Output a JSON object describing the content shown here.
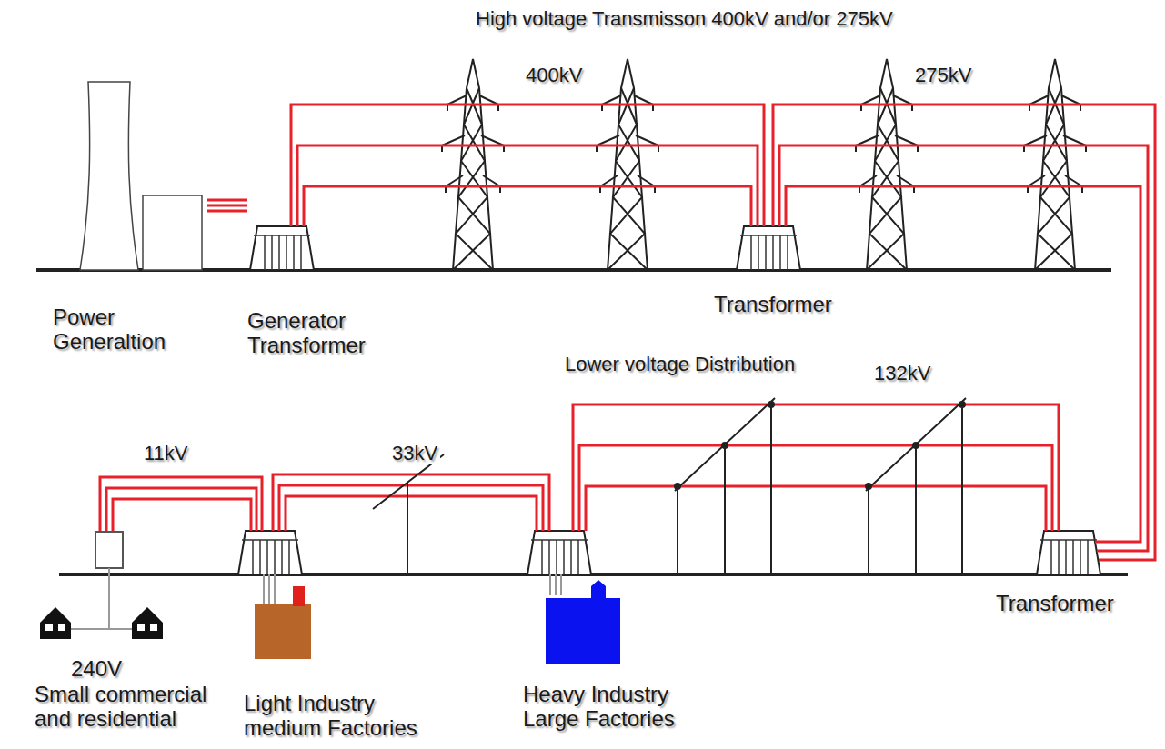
{
  "diagram": {
    "title": "High voltage Transmisson 400kV and/or 275kV",
    "nodes": [
      {
        "text": [
          "Power Generaltion"
        ]
      },
      {
        "text": [
          "Generator Transformer"
        ]
      },
      {
        "text": [
          "Transformer"
        ]
      },
      {
        "text": [
          "Transformer"
        ]
      },
      {
        "text": [
          "240V",
          "Small commercial and residential"
        ]
      },
      {
        "text": [
          "Light Industry medium Factories"
        ]
      },
      {
        "text": [
          "Heavy Industry Large Factories"
        ]
      }
    ],
    "edges": [
      {
        "from": 0,
        "to": 1,
        "arrow": "none"
      },
      {
        "from": 1,
        "to": 2,
        "label": "400kV",
        "arrow": "none"
      },
      {
        "from": 2,
        "to": 3,
        "label": "275kV",
        "arrow": "none"
      }
    ],
    "labels": [
      "Lower voltage Distribution",
      "132kV",
      "33kV",
      "11kV"
    ]
  }
}
